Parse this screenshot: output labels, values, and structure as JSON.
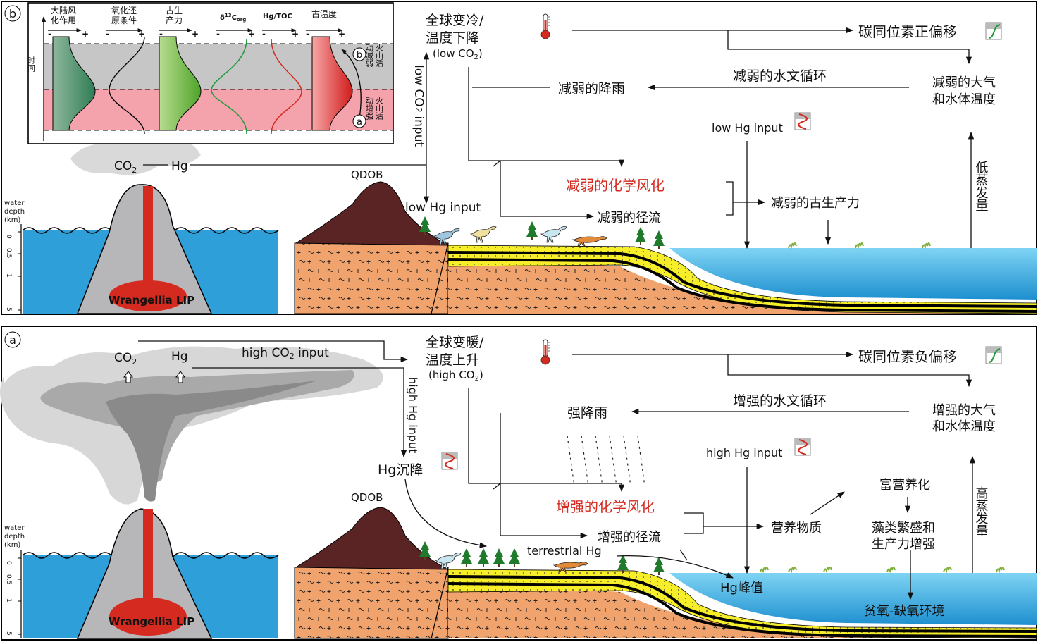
{
  "panel_b": {
    "badge": "b",
    "inset": {
      "time_axis": "时间",
      "col_continental_weathering": [
        "大陆风",
        "化作用"
      ],
      "col_redox": [
        "氧化还",
        "原条件"
      ],
      "col_productivity": [
        "古生",
        "产力"
      ],
      "col_d13c": "δ13Corg",
      "col_d13c_main": "δ",
      "col_d13c_sup": "13",
      "col_d13c_sub": "C",
      "col_d13c_subsub": "org",
      "col_hgtoc": "Hg/TOC",
      "col_paleotemp": "古温度",
      "minus": "-",
      "plus": "+",
      "marker_b": "b",
      "marker_a": "a",
      "volcanism_weakening": [
        "火山活",
        "动减弱"
      ],
      "volcanism_strengthening": [
        "火山活",
        "动增强"
      ]
    },
    "co2": "CO2",
    "co2_main": "CO",
    "co2_sub": "2",
    "hg": "Hg",
    "water_depth": [
      "water",
      "depth",
      "(km)"
    ],
    "depth_ticks": [
      "0",
      "0.5",
      "1",
      "5"
    ],
    "lip": "Wrangellia LIP",
    "qdob": "QDOB",
    "global_cooling": [
      "全球变冷/",
      "温度下降"
    ],
    "low_co2": "(low CO2)",
    "low_co2_main": "(low CO",
    "low_co2_sub": "2",
    "low_co2_end": ")",
    "low_co2_input": "low CO2 input",
    "low_co2_input_a": "low CO",
    "low_co2_input_sub": "2",
    "low_co2_input_b": " input",
    "low_hg_input_left": "low Hg input",
    "carbon_positive": "碳同位素正偏移",
    "weak_hydro": "减弱的水文循环",
    "weak_rain": "减弱的降雨",
    "weak_atm_temp": [
      "减弱的大气",
      "和水体温度"
    ],
    "low_hg_input_right": "low Hg input",
    "weak_chem_weathering": "减弱的化学风化",
    "weak_runoff": "减弱的径流",
    "weak_productivity": "减弱的古生产力",
    "low_evaporation": "低蒸发量"
  },
  "panel_a": {
    "badge": "a",
    "co2": "CO2",
    "co2_main": "CO",
    "co2_sub": "2",
    "hg": "Hg",
    "high_co2_input": "high CO2 input",
    "high_co2_input_a": "high CO",
    "high_co2_input_sub": "2",
    "high_co2_input_b": " input",
    "global_warming": [
      "全球变暖/",
      "温度上升"
    ],
    "high_co2": "(high CO2)",
    "high_co2_main": "(high CO",
    "high_co2_sub": "2",
    "high_co2_end": ")",
    "high_hg_input_vertical": "high Hg input",
    "hg_deposition": "Hg沉降",
    "water_depth": [
      "water",
      "depth",
      "(km)"
    ],
    "depth_ticks": [
      "0",
      "0.5",
      "1",
      "5"
    ],
    "lip": "Wrangellia LIP",
    "qdob": "QDOB",
    "terrestrial_hg": "terrestrial Hg",
    "carbon_negative": "碳同位素负偏移",
    "strong_hydro": "增强的水文循环",
    "heavy_rain": "强降雨",
    "strong_atm_temp": [
      "增强的大气",
      "和水体温度"
    ],
    "high_hg_input_right": "high Hg input",
    "eutrophication": "富营养化",
    "strong_chem_weathering": "增强的化学风化",
    "strong_runoff": "增强的径流",
    "nutrients": "营养物质",
    "algal_bloom": [
      "藻类繁盛和",
      "生产力增强"
    ],
    "high_evaporation": "高蒸发量",
    "hg_peak": "Hg峰值",
    "anoxia": "贫氧-缺氧环境"
  },
  "colors": {
    "ocean": "#2e9fd8",
    "shelf_water": "#5cc2ea",
    "volcano": "#b7b7b9",
    "magma": "#d42a20",
    "sediment_orange": "#f0a36d",
    "sand_yellow": "#f7ee2a",
    "qdob_brown": "#5a2324",
    "red_text": "#d42a20",
    "pink_band": "#f4a3ad",
    "grey_band": "#c6c6c6"
  }
}
